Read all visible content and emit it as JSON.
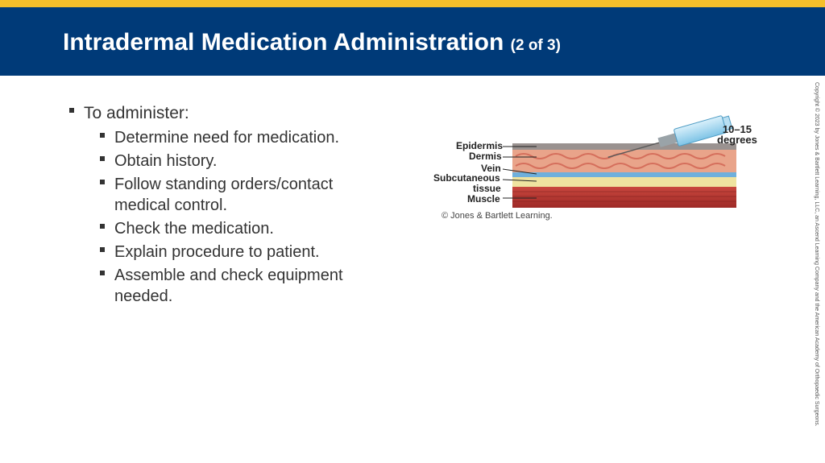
{
  "slide": {
    "title": "Intradermal Medication Administration",
    "title_suffix": "(2 of 3)"
  },
  "content": {
    "main_bullet": "To administer:",
    "sub_bullets": [
      "Determine need for medication.",
      "Obtain history.",
      "Follow standing orders/contact medical control.",
      "Check the medication.",
      "Explain procedure to patient.",
      "Assemble and check equipment needed."
    ]
  },
  "figure": {
    "labels": [
      "Epidermis",
      "Dermis",
      "Vein",
      "Subcutaneous",
      "tissue",
      "Muscle"
    ],
    "angle_line1": "10–15",
    "angle_line2": "degrees",
    "credit": "© Jones & Bartlett Learning."
  },
  "copyright": "Copyright © 2023 by Jones & Bartlett Learning, LLC, an Ascend Learning Company and the American Academy of Orthopaedic Surgeons.",
  "colors": {
    "header_bg": "#003a78",
    "accent_bar": "#f5bf2a",
    "text": "#333333"
  }
}
